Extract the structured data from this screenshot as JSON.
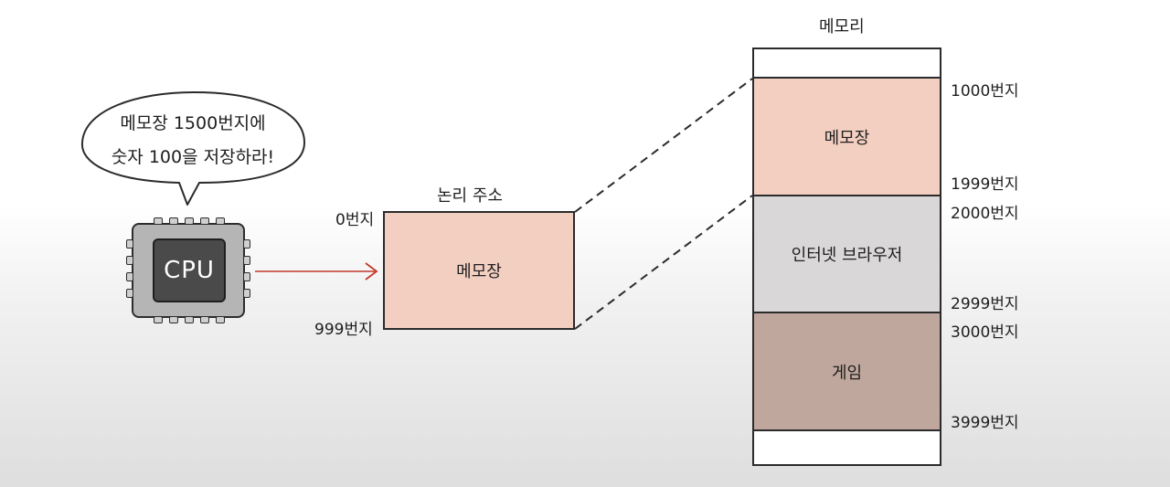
{
  "speech_bubble": {
    "line1": "메모장 1500번지에",
    "line2": "숫자 100을 저장하라!"
  },
  "cpu": {
    "label": "CPU"
  },
  "logical_address": {
    "title": "논리 주소",
    "start_label": "0번지",
    "end_label": "999번지",
    "content_label": "메모장"
  },
  "memory": {
    "title": "메모리",
    "segments": [
      {
        "label": "메모장",
        "start": "1000번지",
        "end": "1999번지",
        "color": "#f3cfc1"
      },
      {
        "label": "인터넷 브라우저",
        "start": "2000번지",
        "end": "2999번지",
        "color": "#d9d7d8"
      },
      {
        "label": "게임",
        "start": "3000번지",
        "end": "3999번지",
        "color": "#c0a79d"
      }
    ]
  },
  "colors": {
    "arrow": "#c0392b",
    "logical_box_fill": "#f3cfc1",
    "chip_body": "#b5b5b5",
    "chip_core": "#4a4a4a"
  }
}
